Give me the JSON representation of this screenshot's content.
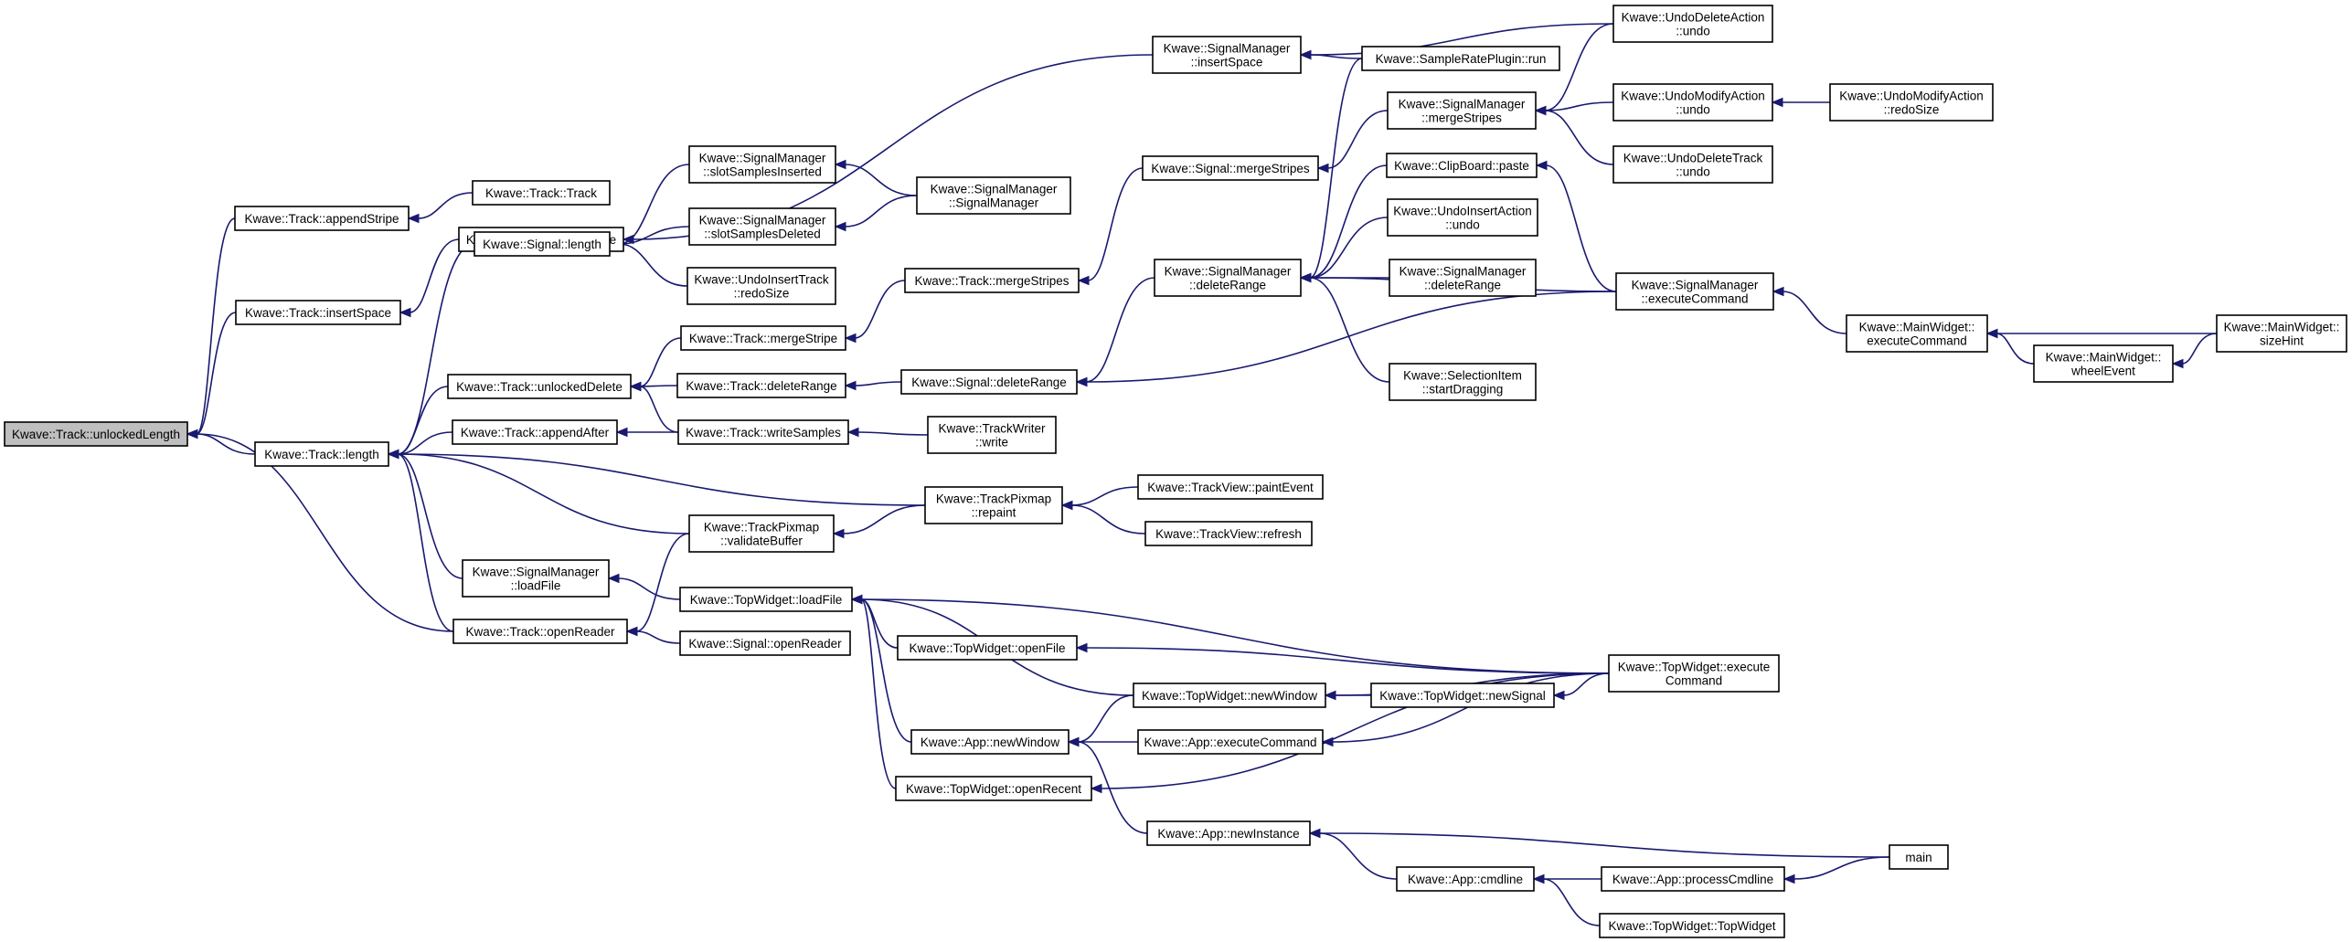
{
  "diagram": {
    "type": "call-graph",
    "nodes": [
      {
        "id": "n0",
        "lines": [
          "Kwave::Track::unlockedLength"
        ],
        "root": true
      },
      {
        "id": "n1",
        "lines": [
          "Kwave::Track::appendStripe"
        ]
      },
      {
        "id": "n2",
        "lines": [
          "Kwave::Track::insertSpace"
        ]
      },
      {
        "id": "n3",
        "lines": [
          "Kwave::Track::length"
        ]
      },
      {
        "id": "n4",
        "lines": [
          "Kwave::Track::Track"
        ]
      },
      {
        "id": "n5",
        "lines": [
          "Kwave::Signal::insertSpace"
        ]
      },
      {
        "id": "n6",
        "lines": [
          "Kwave::Signal::length"
        ]
      },
      {
        "id": "n7",
        "lines": [
          "Kwave::Track::unlockedDelete"
        ]
      },
      {
        "id": "n8",
        "lines": [
          "Kwave::Track::appendAfter"
        ]
      },
      {
        "id": "n9",
        "lines": [
          "Kwave::SignalManager",
          "::loadFile"
        ]
      },
      {
        "id": "n10",
        "lines": [
          "Kwave::Track::openReader"
        ]
      },
      {
        "id": "n11",
        "lines": [
          "Kwave::SignalManager",
          "::slotSamplesInserted"
        ]
      },
      {
        "id": "n12",
        "lines": [
          "Kwave::SignalManager",
          "::slotSamplesDeleted"
        ]
      },
      {
        "id": "n13",
        "lines": [
          "Kwave::UndoInsertTrack",
          "::redoSize"
        ]
      },
      {
        "id": "n14",
        "lines": [
          "Kwave::Track::mergeStripe"
        ]
      },
      {
        "id": "n15",
        "lines": [
          "Kwave::Track::deleteRange"
        ]
      },
      {
        "id": "n16",
        "lines": [
          "Kwave::Track::writeSamples"
        ]
      },
      {
        "id": "n17",
        "lines": [
          "Kwave::TrackPixmap",
          "::validateBuffer"
        ]
      },
      {
        "id": "n18",
        "lines": [
          "Kwave::TopWidget::loadFile"
        ]
      },
      {
        "id": "n19",
        "lines": [
          "Kwave::Signal::openReader"
        ]
      },
      {
        "id": "n20",
        "lines": [
          "Kwave::SignalManager",
          "::SignalManager"
        ]
      },
      {
        "id": "n21",
        "lines": [
          "Kwave::Track::mergeStripes"
        ]
      },
      {
        "id": "n22",
        "lines": [
          "Kwave::Signal::deleteRange"
        ]
      },
      {
        "id": "n23",
        "lines": [
          "Kwave::TrackWriter",
          "::write"
        ]
      },
      {
        "id": "n24",
        "lines": [
          "Kwave::TrackPixmap",
          "::repaint"
        ]
      },
      {
        "id": "n25",
        "lines": [
          "Kwave::TopWidget::openFile"
        ]
      },
      {
        "id": "n26",
        "lines": [
          "Kwave::App::newWindow"
        ]
      },
      {
        "id": "n27",
        "lines": [
          "Kwave::TopWidget::openRecent"
        ]
      },
      {
        "id": "n28",
        "lines": [
          "Kwave::SignalManager",
          "::insertSpace"
        ]
      },
      {
        "id": "n29",
        "lines": [
          "Kwave::Signal::mergeStripes"
        ]
      },
      {
        "id": "n30",
        "lines": [
          "Kwave::SignalManager",
          "::deleteRange"
        ]
      },
      {
        "id": "n31",
        "lines": [
          "Kwave::TrackView::paintEvent"
        ]
      },
      {
        "id": "n32",
        "lines": [
          "Kwave::TrackView::refresh"
        ]
      },
      {
        "id": "n33",
        "lines": [
          "Kwave::TopWidget::newWindow"
        ]
      },
      {
        "id": "n34",
        "lines": [
          "Kwave::App::executeCommand"
        ]
      },
      {
        "id": "n35",
        "lines": [
          "Kwave::App::newInstance"
        ]
      },
      {
        "id": "n36",
        "lines": [
          "Kwave::SampleRatePlugin::run"
        ]
      },
      {
        "id": "n37",
        "lines": [
          "Kwave::SignalManager",
          "::mergeStripes"
        ]
      },
      {
        "id": "n38",
        "lines": [
          "Kwave::ClipBoard::paste"
        ]
      },
      {
        "id": "n39",
        "lines": [
          "Kwave::UndoInsertAction",
          "::undo"
        ]
      },
      {
        "id": "n40",
        "lines": [
          "Kwave::SignalManager",
          "::deleteRange"
        ]
      },
      {
        "id": "n41",
        "lines": [
          "Kwave::SelectionItem",
          "::startDragging"
        ]
      },
      {
        "id": "n42",
        "lines": [
          "Kwave::TopWidget::newSignal"
        ]
      },
      {
        "id": "n43",
        "lines": [
          "Kwave::App::cmdline"
        ]
      },
      {
        "id": "n44",
        "lines": [
          "Kwave::UndoDeleteAction",
          "::undo"
        ]
      },
      {
        "id": "n45",
        "lines": [
          "Kwave::UndoModifyAction",
          "::undo"
        ]
      },
      {
        "id": "n46",
        "lines": [
          "Kwave::UndoDeleteTrack",
          "::undo"
        ]
      },
      {
        "id": "n47",
        "lines": [
          "Kwave::SignalManager",
          "::executeCommand"
        ]
      },
      {
        "id": "n48",
        "lines": [
          "Kwave::TopWidget::execute",
          "Command"
        ]
      },
      {
        "id": "n49",
        "lines": [
          "Kwave::App::processCmdline"
        ]
      },
      {
        "id": "n50",
        "lines": [
          "Kwave::TopWidget::TopWidget"
        ]
      },
      {
        "id": "n51",
        "lines": [
          "Kwave::UndoModifyAction",
          "::redoSize"
        ]
      },
      {
        "id": "n52",
        "lines": [
          "Kwave::MainWidget::",
          "executeCommand"
        ]
      },
      {
        "id": "n53",
        "lines": [
          "Kwave::MainWidget::",
          "wheelEvent"
        ]
      },
      {
        "id": "n54",
        "lines": [
          "Kwave::MainWidget::",
          "sizeHint"
        ]
      },
      {
        "id": "n55",
        "lines": [
          "main"
        ]
      }
    ],
    "edges": [
      [
        "n1",
        "n0"
      ],
      [
        "n2",
        "n0"
      ],
      [
        "n3",
        "n0"
      ],
      [
        "n10",
        "n0"
      ],
      [
        "n4",
        "n1"
      ],
      [
        "n5",
        "n2"
      ],
      [
        "n6",
        "n3"
      ],
      [
        "n7",
        "n3"
      ],
      [
        "n8",
        "n3"
      ],
      [
        "n9",
        "n3"
      ],
      [
        "n10",
        "n3"
      ],
      [
        "n17",
        "n3"
      ],
      [
        "n24",
        "n3"
      ],
      [
        "n28",
        "n5"
      ],
      [
        "n11",
        "n6"
      ],
      [
        "n12",
        "n6"
      ],
      [
        "n13",
        "n6"
      ],
      [
        "n14",
        "n7"
      ],
      [
        "n15",
        "n7"
      ],
      [
        "n16",
        "n7"
      ],
      [
        "n16",
        "n8"
      ],
      [
        "n18",
        "n9"
      ],
      [
        "n17",
        "n10"
      ],
      [
        "n19",
        "n10"
      ],
      [
        "n20",
        "n11"
      ],
      [
        "n20",
        "n12"
      ],
      [
        "n21",
        "n14"
      ],
      [
        "n22",
        "n15"
      ],
      [
        "n23",
        "n16"
      ],
      [
        "n24",
        "n17"
      ],
      [
        "n25",
        "n18"
      ],
      [
        "n26",
        "n18"
      ],
      [
        "n27",
        "n18"
      ],
      [
        "n48",
        "n18"
      ],
      [
        "n29",
        "n21"
      ],
      [
        "n30",
        "n22"
      ],
      [
        "n47",
        "n22"
      ],
      [
        "n31",
        "n24"
      ],
      [
        "n32",
        "n24"
      ],
      [
        "n48",
        "n25"
      ],
      [
        "n34",
        "n26"
      ],
      [
        "n33",
        "n26"
      ],
      [
        "n35",
        "n26"
      ],
      [
        "n48",
        "n27"
      ],
      [
        "n36",
        "n28"
      ],
      [
        "n44",
        "n28"
      ],
      [
        "n37",
        "n29"
      ],
      [
        "n36",
        "n30"
      ],
      [
        "n38",
        "n30"
      ],
      [
        "n39",
        "n30"
      ],
      [
        "n40",
        "n30"
      ],
      [
        "n41",
        "n30"
      ],
      [
        "n47",
        "n30"
      ],
      [
        "n33",
        "n18"
      ],
      [
        "n42",
        "n33"
      ],
      [
        "n48",
        "n33"
      ],
      [
        "n48",
        "n34"
      ],
      [
        "n43",
        "n35"
      ],
      [
        "n55",
        "n35"
      ],
      [
        "n44",
        "n37"
      ],
      [
        "n45",
        "n37"
      ],
      [
        "n46",
        "n37"
      ],
      [
        "n47",
        "n38"
      ],
      [
        "n48",
        "n42"
      ],
      [
        "n49",
        "n43"
      ],
      [
        "n50",
        "n43"
      ],
      [
        "n51",
        "n45"
      ],
      [
        "n52",
        "n47"
      ],
      [
        "n53",
        "n52"
      ],
      [
        "n54",
        "n52"
      ],
      [
        "n54",
        "n53"
      ],
      [
        "n55",
        "n49"
      ]
    ]
  }
}
